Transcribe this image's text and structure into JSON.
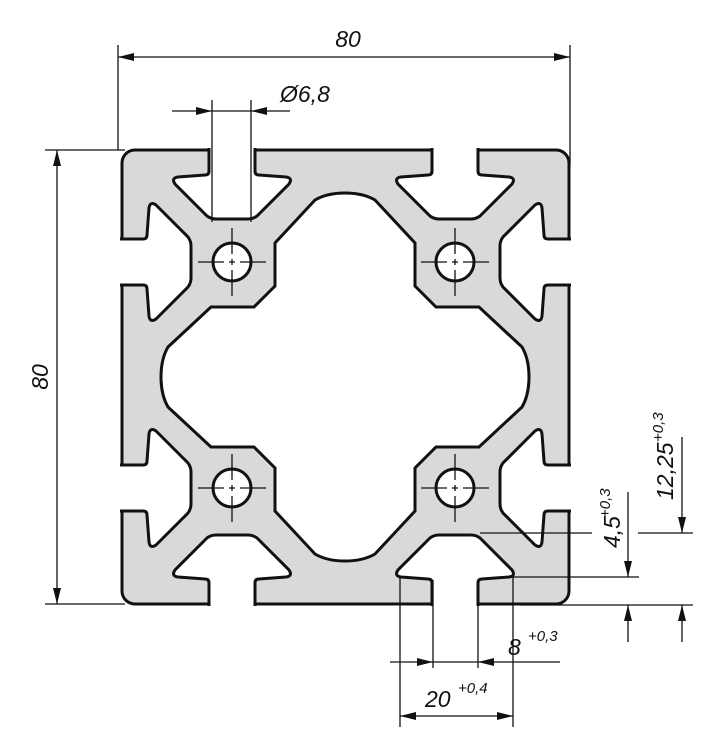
{
  "drawing": {
    "title": "Aluminium profile 80x80 cross-section",
    "fill_color": "#d9d9d9",
    "line_color": "#111111",
    "dimensions": {
      "width": "80",
      "height": "80",
      "hole_diameter": "Ø6,8",
      "slot_depth": {
        "value": "4,5",
        "tolerance": "+0,3"
      },
      "slot_offset": {
        "value": "12,25",
        "tolerance": "+0,3"
      },
      "slot_opening": {
        "value": "8",
        "tolerance": "+0,3"
      },
      "slot_width": {
        "value": "20",
        "tolerance": "+0,4"
      }
    }
  }
}
